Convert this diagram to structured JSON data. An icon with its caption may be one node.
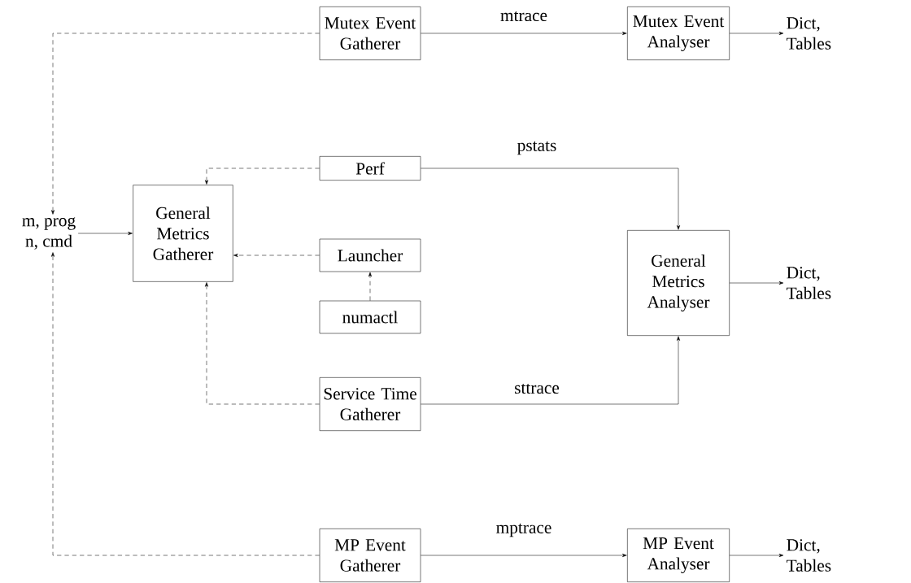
{
  "diagram": {
    "nodes": [
      {
        "text": [
          "Mutex Event Gatherer"
        ]
      },
      {
        "text": [
          "Mutex Event Analyser"
        ]
      },
      {
        "text": [
          "Dict, Tables"
        ]
      },
      {
        "text": [
          "Perf"
        ]
      },
      {
        "text": [
          "m, prog",
          "n, cmd"
        ]
      },
      {
        "text": [
          "General Metrics Gatherer"
        ]
      },
      {
        "text": [
          "Launcher"
        ]
      },
      {
        "text": [
          "numactl"
        ]
      },
      {
        "text": [
          "General Metrics Analyser"
        ]
      },
      {
        "text": [
          "Dict, Tables"
        ]
      },
      {
        "text": [
          "Service Time Gatherer"
        ]
      },
      {
        "text": [
          "MP Event Gatherer"
        ]
      },
      {
        "text": [
          "MP Event Analyser"
        ]
      },
      {
        "text": [
          "Dict, Tables"
        ]
      }
    ],
    "edges": [
      {
        "from": 0,
        "to": 1,
        "arrow": "to",
        "label": "mtrace"
      },
      {
        "from": 1,
        "to": 2,
        "arrow": "to"
      },
      {
        "from": 0,
        "to": 4,
        "arrow": "to",
        "style": "dashed"
      },
      {
        "from": 3,
        "to": 5,
        "arrow": "to",
        "style": "dashed"
      },
      {
        "from": 3,
        "to": 8,
        "arrow": "to",
        "label": "pstats"
      },
      {
        "from": 4,
        "to": 5,
        "arrow": "to"
      },
      {
        "from": 6,
        "to": 5,
        "arrow": "to",
        "style": "dashed"
      },
      {
        "from": 7,
        "to": 6,
        "arrow": "to",
        "style": "dashed"
      },
      {
        "from": 8,
        "to": 9,
        "arrow": "to"
      },
      {
        "from": 10,
        "to": 5,
        "arrow": "to",
        "style": "dashed"
      },
      {
        "from": 10,
        "to": 8,
        "arrow": "to",
        "label": "sttrace"
      },
      {
        "from": 11,
        "to": 4,
        "arrow": "to",
        "style": "dashed"
      },
      {
        "from": 11,
        "to": 12,
        "arrow": "to",
        "label": "mptrace"
      },
      {
        "from": 12,
        "to": 13,
        "arrow": "to"
      }
    ]
  }
}
